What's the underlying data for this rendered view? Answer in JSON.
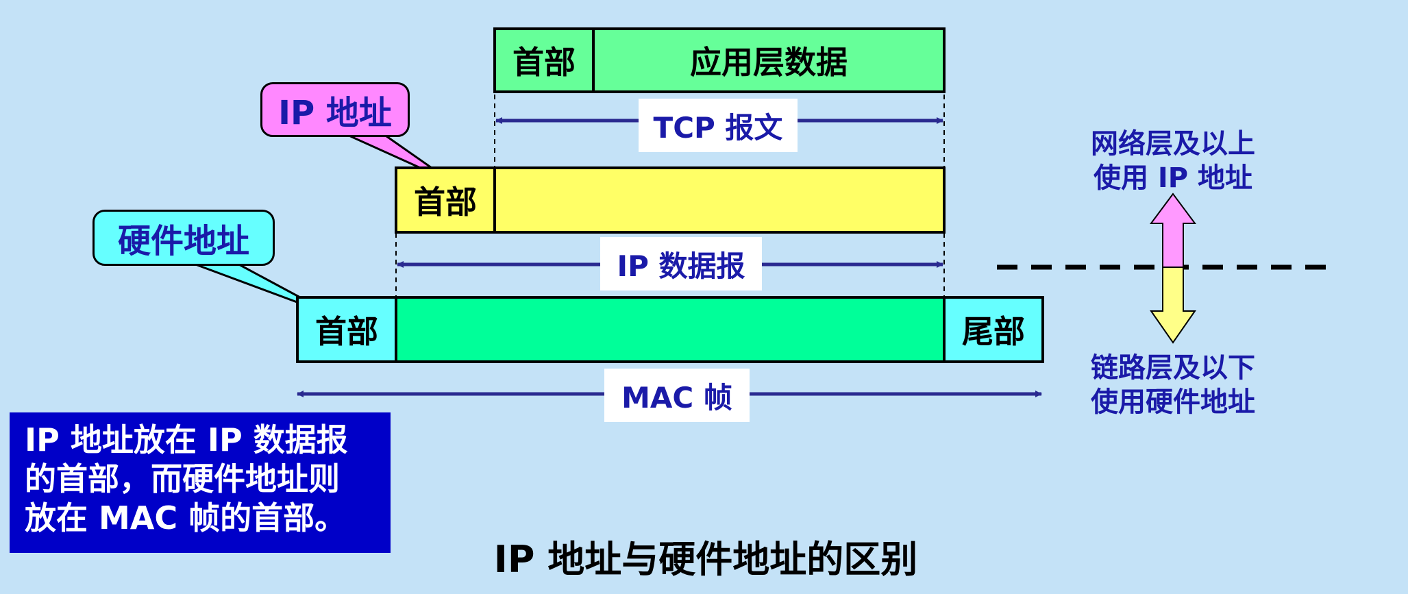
{
  "tcp_segment": {
    "header": "首部",
    "data": "应用层数据",
    "label": "TCP 报文"
  },
  "ip_datagram": {
    "header": "首部",
    "label": "IP 数据报"
  },
  "mac_frame": {
    "header": "首部",
    "trailer": "尾部",
    "label": "MAC 帧"
  },
  "callouts": {
    "ip_address": "IP 地址",
    "hardware_address": "硬件地址"
  },
  "layers": {
    "upper": [
      "网络层及以上",
      "使用 IP 地址"
    ],
    "lower": [
      "链路层及以下",
      "使用硬件地址"
    ]
  },
  "note": [
    "IP 地址放在 IP 数据报",
    "的首部，而硬件地址则",
    "放在 MAC 帧的首部。"
  ],
  "title": "IP 地址与硬件地址的区别",
  "colors": {
    "background": "#c4e2f7",
    "tcp_fill": "#66ff99",
    "ip_fill": "#ffff66",
    "mac_fill": "#00ff99",
    "mac_edge_fill": "#66ffff",
    "ip_callout": "#ff88ff",
    "hw_callout": "#66ffff",
    "note_bg": "#0000c8",
    "arrow": "#2a2a90"
  }
}
